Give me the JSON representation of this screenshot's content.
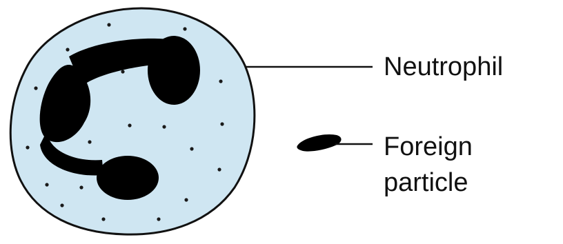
{
  "labels": {
    "neutrophil": "Neutrophil",
    "foreign_particle_line1": "Foreign",
    "foreign_particle_line2": "particle"
  },
  "colors": {
    "cytoplasm": "#cfe6f2",
    "nucleus": "#000000",
    "outline": "#111111",
    "background": "#ffffff"
  }
}
